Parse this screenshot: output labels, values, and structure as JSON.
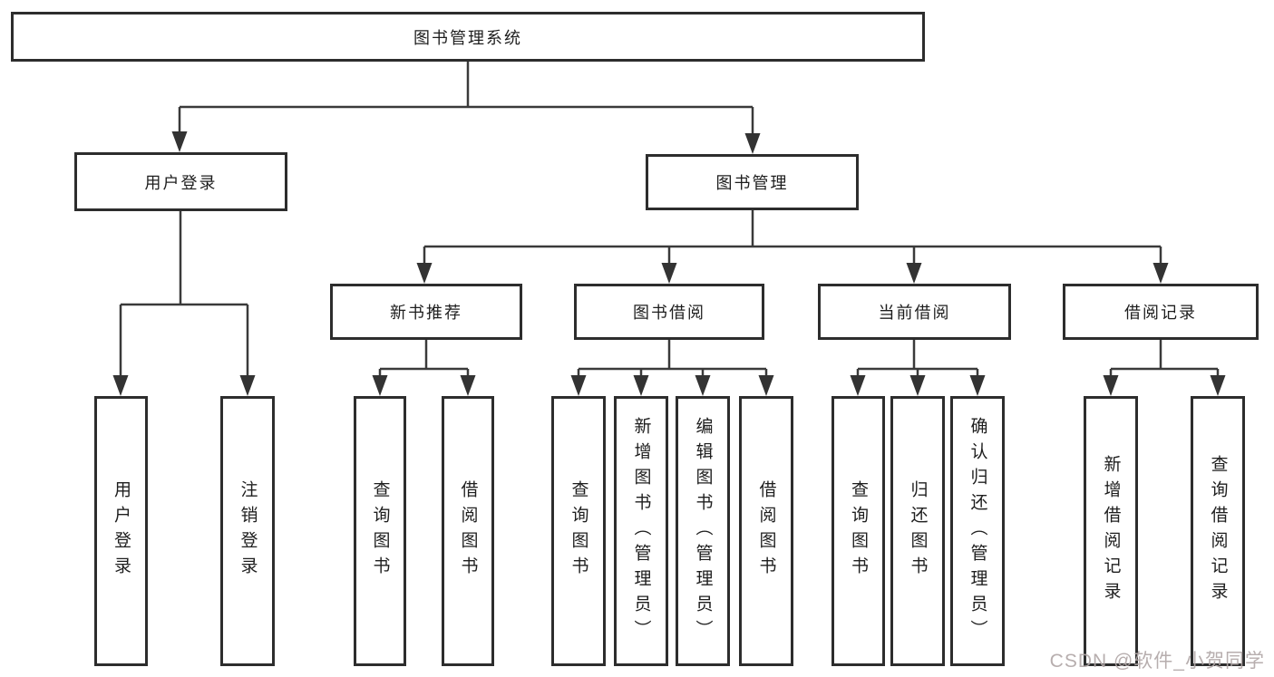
{
  "nodes": {
    "root": "图书管理系统",
    "user_login": "用户登录",
    "book_mgmt": "图书管理",
    "new_book": "新书推荐",
    "borrow": "图书借阅",
    "current": "当前借阅",
    "records": "借阅记录"
  },
  "leaves": {
    "user_login": [
      "用户登录",
      "注销登录"
    ],
    "new_book": [
      "查询图书",
      "借阅图书"
    ],
    "borrow": [
      "查询图书",
      "新增图书（管理员）",
      "编辑图书（管理员）",
      "借阅图书"
    ],
    "current": [
      "查询图书",
      "归还图书",
      "确认归还（管理员）"
    ],
    "records": [
      "新增借阅记录",
      "查询借阅记录"
    ]
  },
  "watermark": "CSDN @软件_小贺同学",
  "colors": {
    "line": "#3a3a3a",
    "border": "#2d2d2d",
    "text": "#1e1e1e",
    "watermark": "#b1a7a7"
  }
}
